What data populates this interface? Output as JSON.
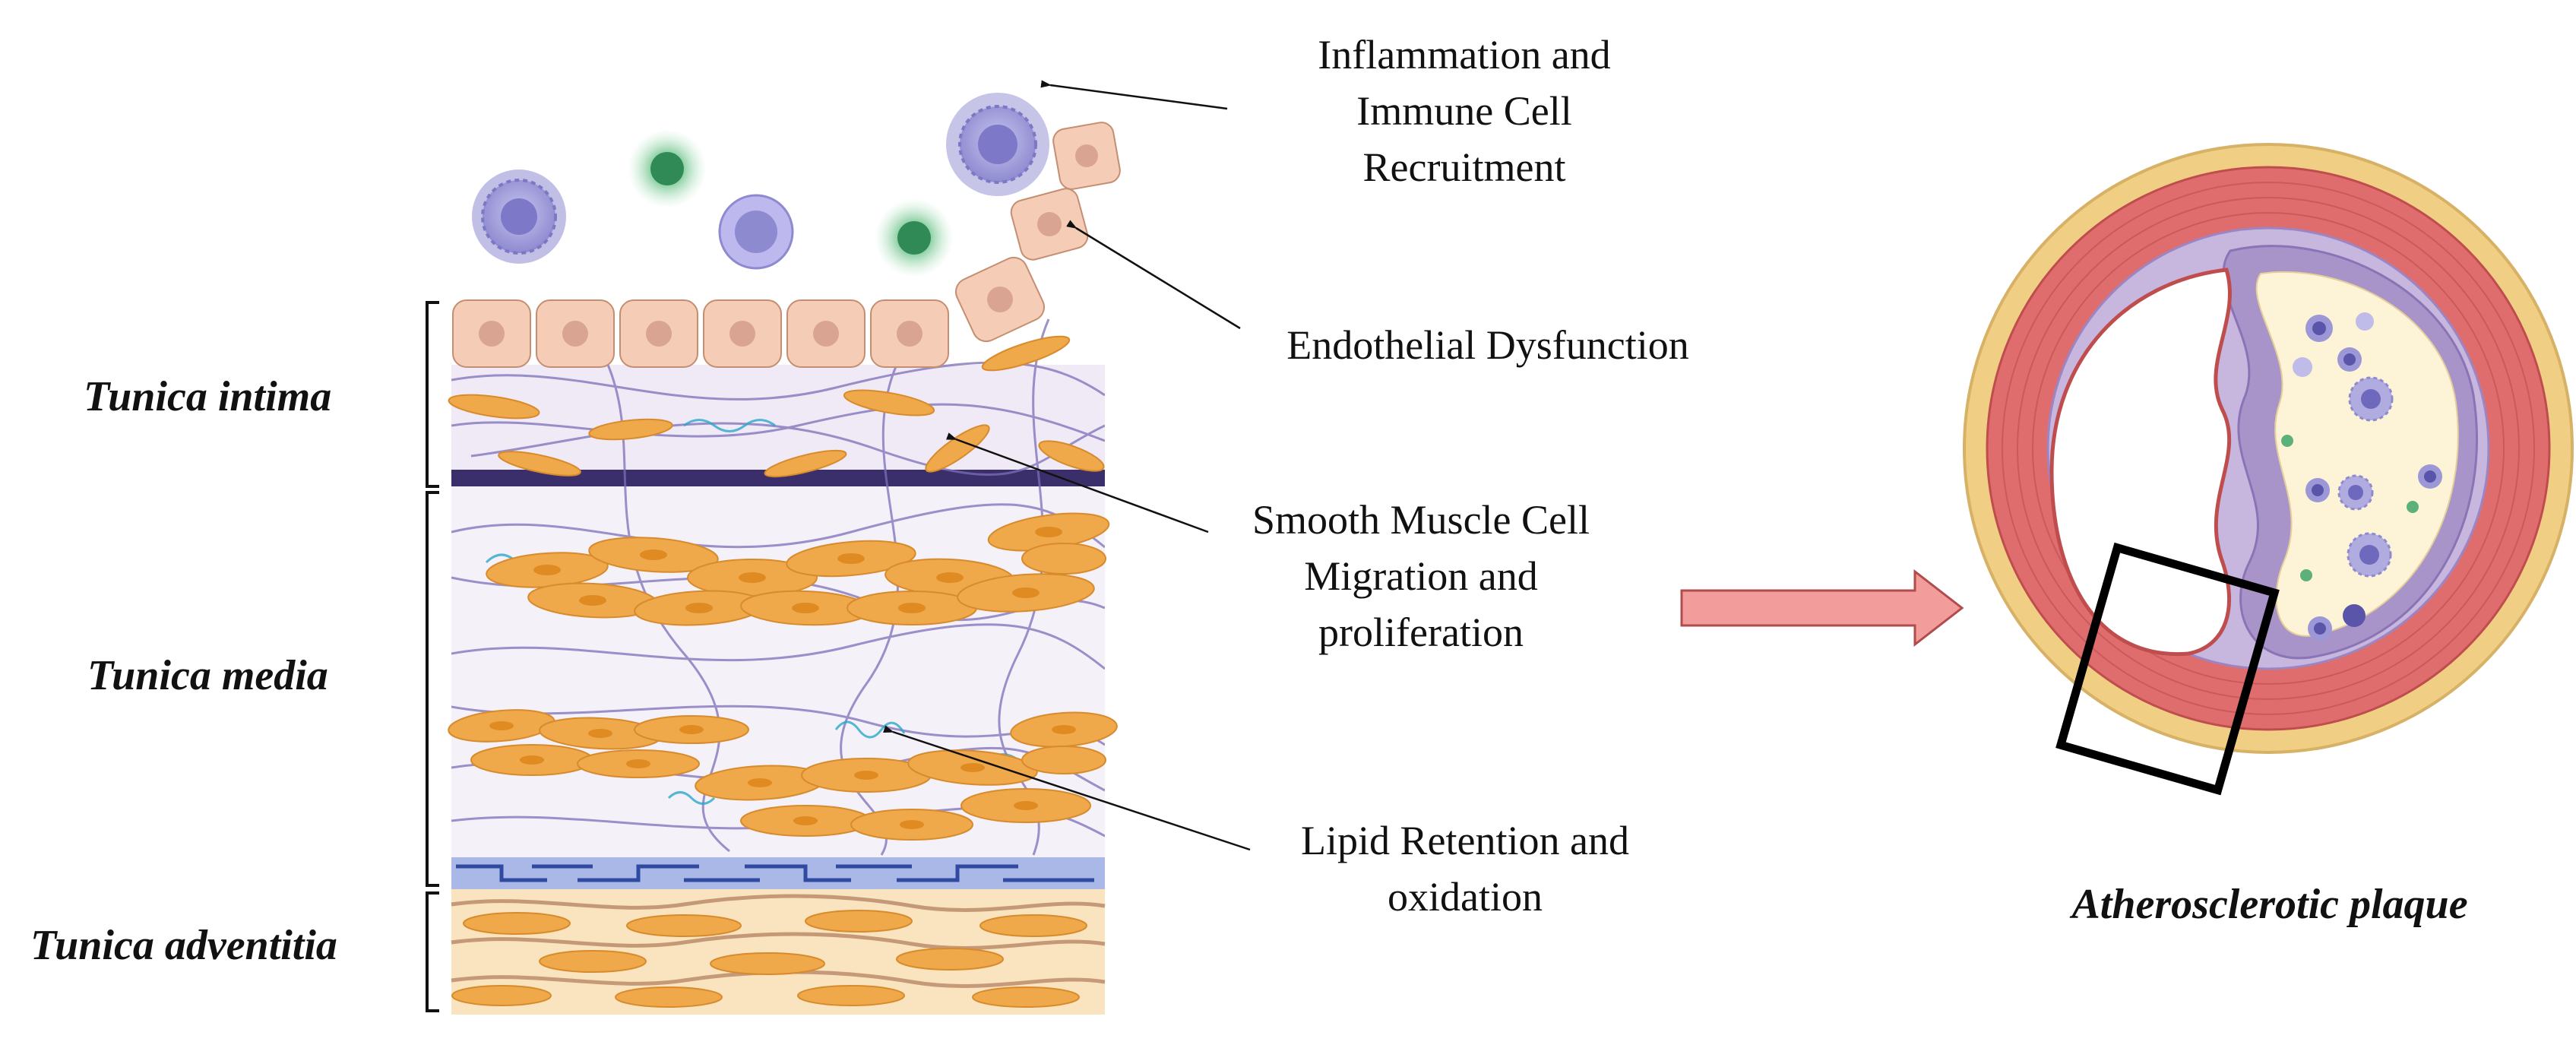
{
  "layers": {
    "intima": "Tunica intima",
    "media": "Tunica media",
    "adventitia": "Tunica adventitia"
  },
  "callouts": {
    "inflammation": [
      "Inflammation and",
      "Immune Cell",
      "Recruitment"
    ],
    "endothelial": [
      "Endothelial Dysfunction"
    ],
    "smooth_muscle": [
      "Smooth Muscle Cell",
      "Migration and",
      "proliferation"
    ],
    "lipid": [
      "Lipid Retention and",
      "oxidation"
    ]
  },
  "plaque_caption": "Atherosclerotic plaque",
  "colors": {
    "endothelial_cell": "#f5cdb6",
    "smooth_muscle": "#efa84a",
    "immune_purple": "#9c98d8",
    "immune_green": "#5cb07a",
    "elastic_lamina": "#3b2f6b",
    "adventitia_bg": "#f9e4bf",
    "arrow_fill": "#f29c9c",
    "vessel_media": "#e06d6d",
    "vessel_adventitia": "#f0cf85",
    "plaque_core": "#fdf3d6"
  }
}
